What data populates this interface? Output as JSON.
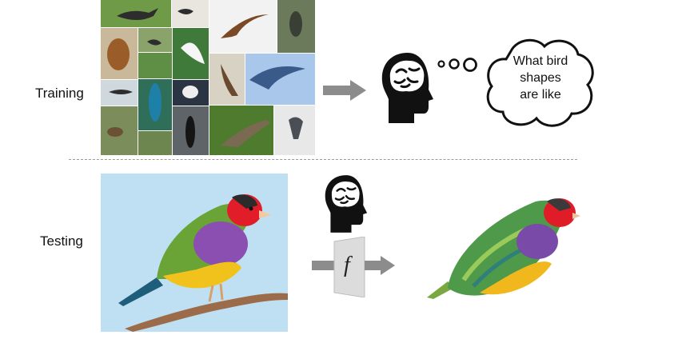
{
  "labels": {
    "training": "Training",
    "testing": "Testing"
  },
  "thought_bubble": {
    "line1": "What bird",
    "line2": "shapes",
    "line3": "are like"
  },
  "function_symbol": "f",
  "icons": {
    "head": "head-brain-icon",
    "arrow": "right-arrow-icon"
  },
  "colors": {
    "arrow": "#8c8c8c",
    "function_box": "#dcdcdc",
    "sky": "#bfe0f2",
    "divider": "#9a9a9a"
  }
}
